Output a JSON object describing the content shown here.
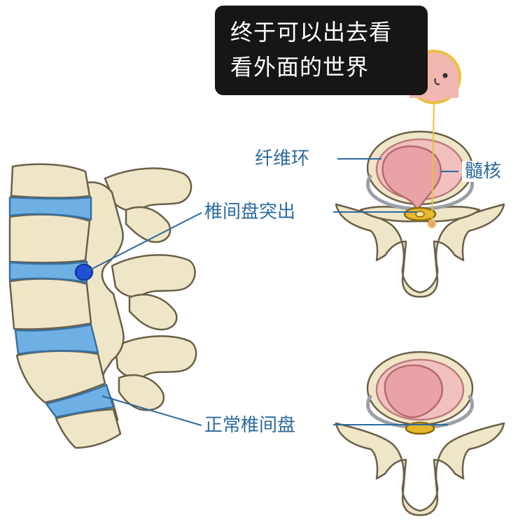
{
  "callout": {
    "line1": "终于可以出去看",
    "line2": "看外面的世界"
  },
  "labels": {
    "annulus": "纤维环",
    "nucleus": "髓核",
    "herniation": "椎间盘突出",
    "normal_disc": "正常椎间盘"
  },
  "colors": {
    "bone_fill": "#efe6c8",
    "bone_stroke": "#6b5f48",
    "disc_blue": "#6fb0e4",
    "herniated_blue": "#1f4fd6",
    "nucleus_pink": "#e9a2a6",
    "annulus_pink": "#f1c1bf",
    "leader_line": "#2d6a9e",
    "callout_bg": "#161616",
    "cord_yellow": "#e7b72c"
  }
}
